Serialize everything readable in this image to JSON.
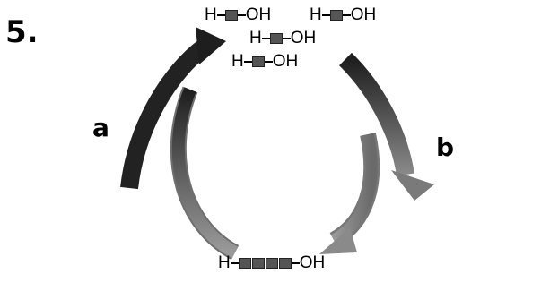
{
  "question_number": "5.",
  "labels": {
    "a": "a",
    "b": "b"
  },
  "monomer": {
    "h": "H",
    "oh": "OH"
  },
  "polymer": {
    "h": "H",
    "oh": "OH",
    "units": 4
  },
  "colors": {
    "arrow_dark": "#222222",
    "arrow_light": "#8a8a8a",
    "unit_fill": "#555555"
  }
}
